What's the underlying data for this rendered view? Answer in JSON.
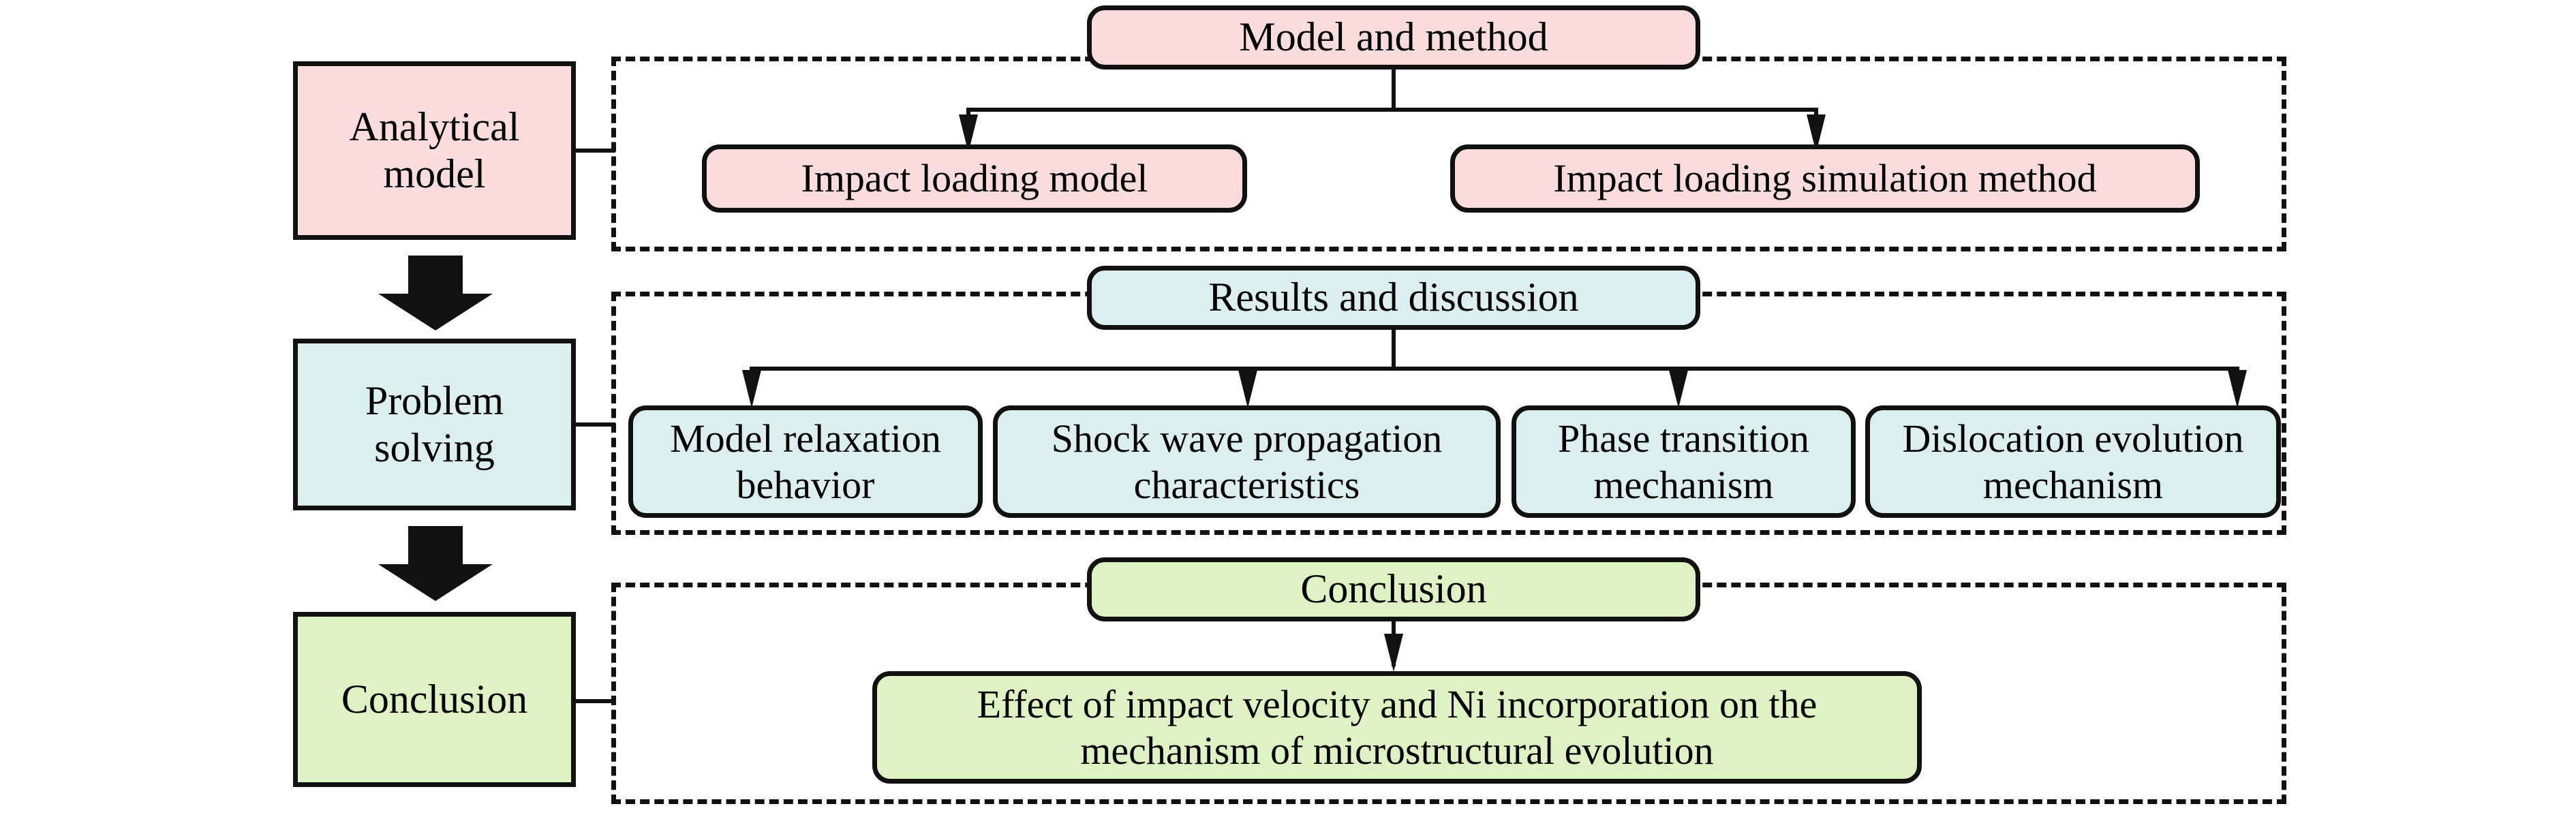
{
  "diagram": {
    "title": "Research workflow flowchart",
    "colors": {
      "pink": "#fadcdc",
      "blue": "#dcefef",
      "green": "#ddf3c4",
      "outline": "#111111",
      "background": "#ffffff"
    },
    "stages": [
      {
        "id": "analytical-model",
        "label": "Analytical\nmodel",
        "line1": "Analytical",
        "line2": "model",
        "color": "pink"
      },
      {
        "id": "problem-solving",
        "label": "Problem\nsolving",
        "line1": "Problem",
        "line2": "solving",
        "color": "blue"
      },
      {
        "id": "conclusion",
        "label": "Conclusion",
        "line1": "Conclusion",
        "line2": "",
        "color": "green"
      }
    ],
    "sections": [
      {
        "id": "model-and-method",
        "header": "Model and method",
        "color": "pink",
        "children": [
          {
            "id": "impact-loading-model",
            "line1": "Impact loading model",
            "line2": ""
          },
          {
            "id": "impact-loading-simulation-method",
            "line1": "Impact loading simulation method",
            "line2": ""
          }
        ]
      },
      {
        "id": "results-and-discussion",
        "header": "Results and discussion",
        "color": "blue",
        "children": [
          {
            "id": "model-relaxation-behavior",
            "line1": "Model relaxation",
            "line2": "behavior"
          },
          {
            "id": "shock-wave-propagation-characteristics",
            "line1": "Shock wave",
            "line2": "propagation characteristics"
          },
          {
            "id": "phase-transition-mechanism",
            "line1": "Phase transition",
            "line2": "mechanism"
          },
          {
            "id": "dislocation-evolution-mechanism",
            "line1": "Dislocation",
            "line2": "evolution mechanism"
          }
        ]
      },
      {
        "id": "conclusion-section",
        "header": "Conclusion",
        "color": "green",
        "children": [
          {
            "id": "effect-of-impact-velocity",
            "line1": "Effect of impact velocity and Ni incorporation",
            "line2": "on the mechanism of microstructural evolution"
          }
        ]
      }
    ]
  }
}
